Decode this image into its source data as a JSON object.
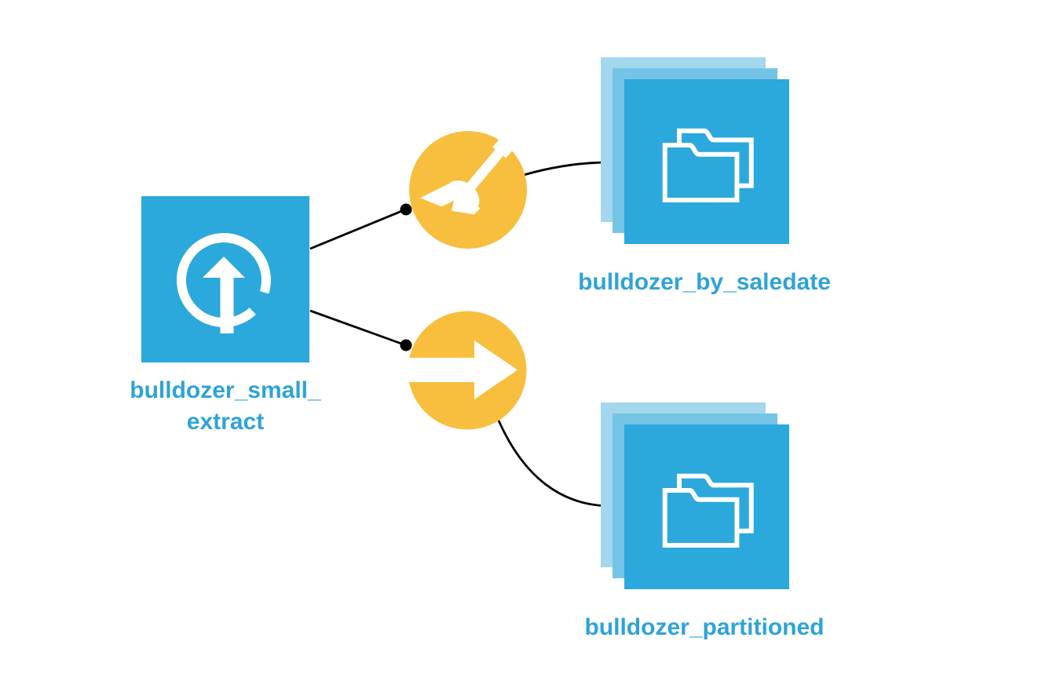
{
  "diagram": {
    "type": "dataflow",
    "nodes": {
      "source_dataset": {
        "id": "bulldozer_small_extract",
        "kind": "uploaded-dataset",
        "label_line1": "bulldozer_small_",
        "label_line2": "extract"
      },
      "prepare_recipe": {
        "kind": "prepare-recipe",
        "icon": "broom-icon"
      },
      "sync_recipe": {
        "kind": "sync-recipe",
        "icon": "arrow-right-icon"
      },
      "dataset_by_saledate": {
        "kind": "folder-dataset-stack",
        "label": "bulldozer_by_saledate"
      },
      "dataset_partitioned": {
        "kind": "folder-dataset-stack",
        "label": "bulldozer_partitioned"
      }
    },
    "edges": [
      {
        "from": "bulldozer_small_extract",
        "to": "prepare-recipe"
      },
      {
        "from": "bulldozer_small_extract",
        "to": "sync-recipe"
      },
      {
        "from": "prepare-recipe",
        "to": "bulldozer_by_saledate"
      },
      {
        "from": "sync-recipe",
        "to": "bulldozer_partitioned"
      }
    ],
    "colors": {
      "node_blue": "#2BA8DC",
      "stack_mid_blue": "#74C4E6",
      "stack_back_blue": "#A3D7EE",
      "recipe_yellow": "#F8BE3E",
      "label_blue": "#2FA3D7",
      "edge_black": "#000000",
      "output_dot_teal": "#1E7899",
      "background": "#FFFFFF"
    }
  }
}
